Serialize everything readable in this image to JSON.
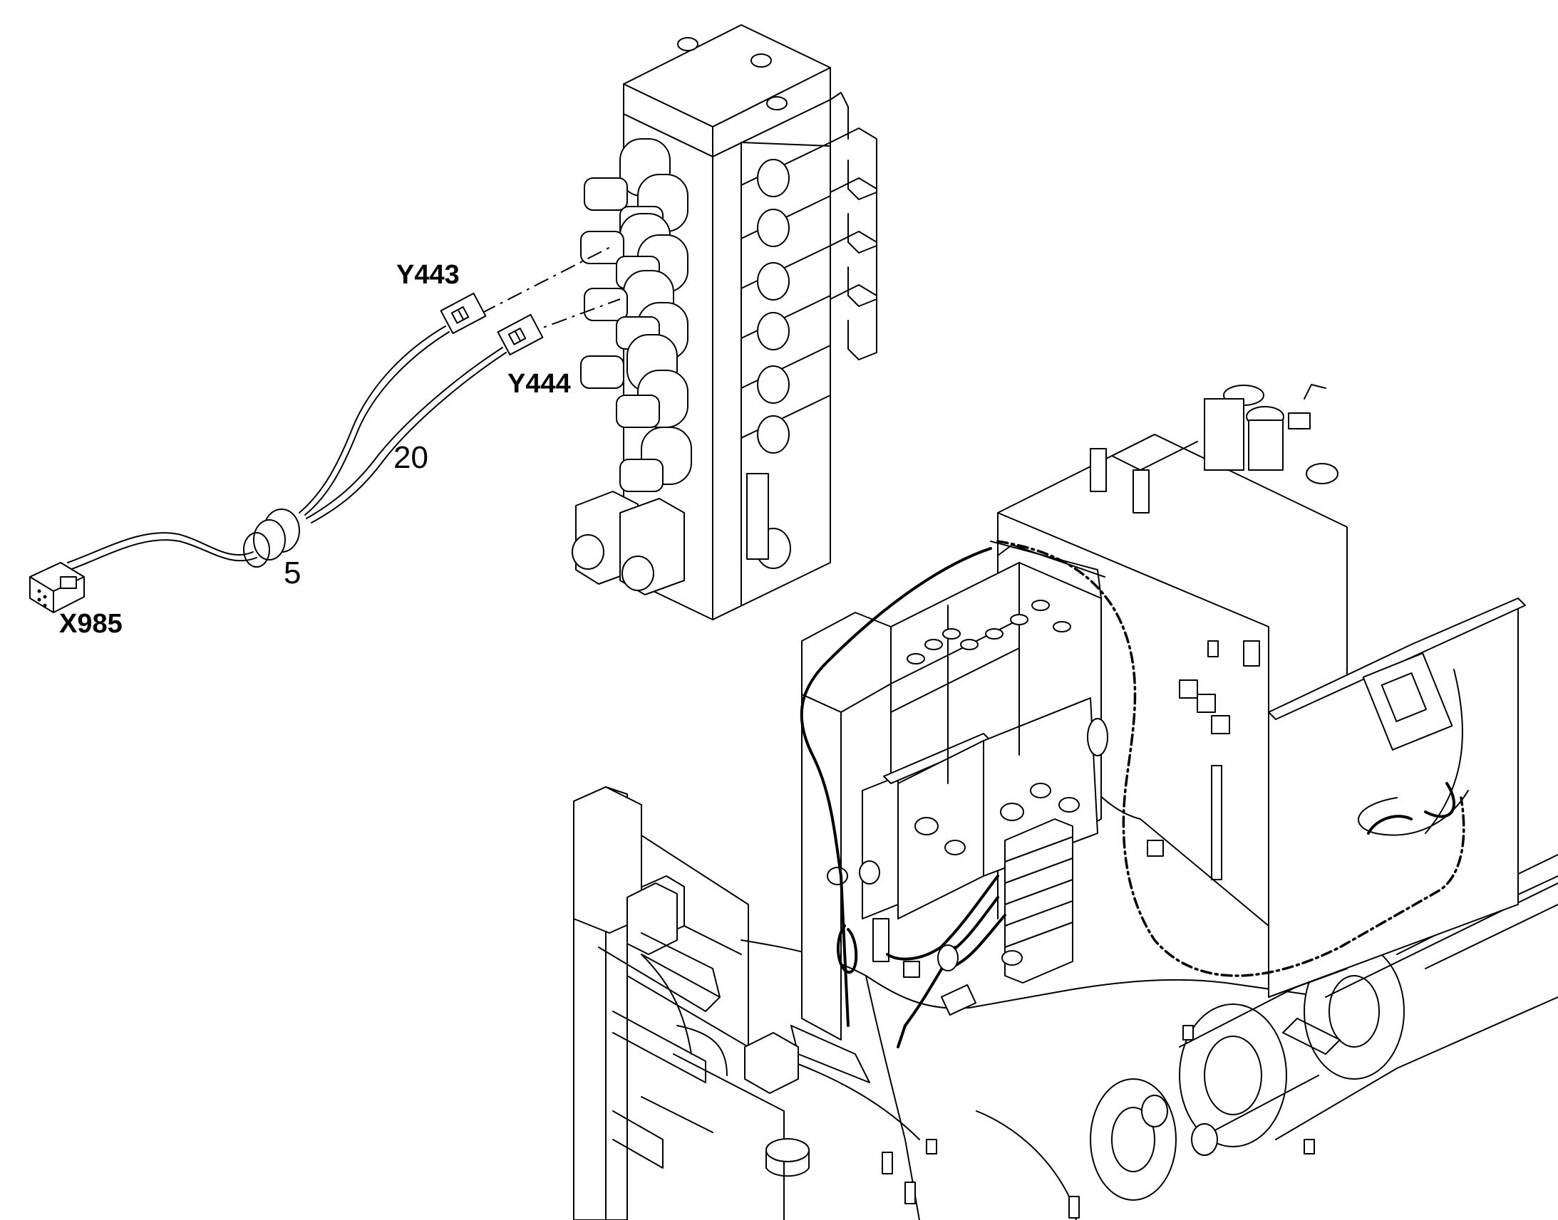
{
  "labels": {
    "y443": "Y443",
    "y444": "Y444",
    "x985": "X985",
    "item_20": "20",
    "item_5": "5"
  },
  "colors": {
    "line": "#000000",
    "background": "#ffffff"
  }
}
